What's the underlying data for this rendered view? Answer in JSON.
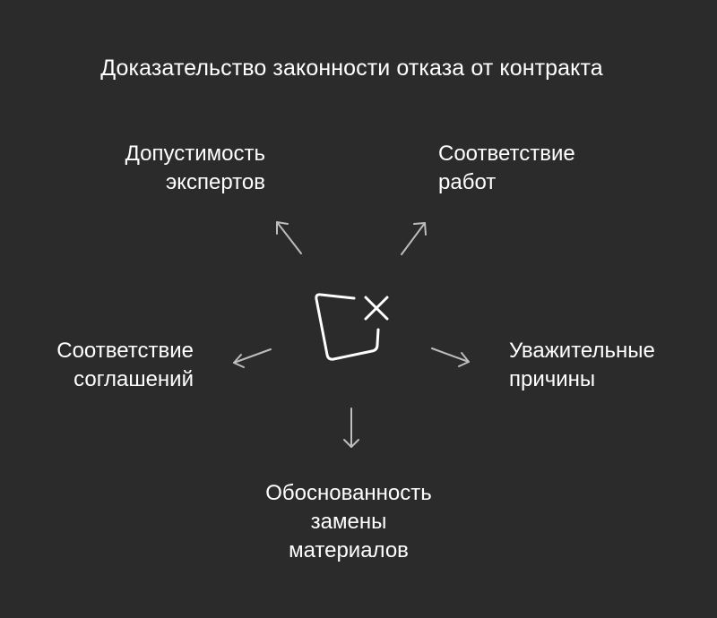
{
  "title": "Доказательство законности отказа от контракта",
  "colors": {
    "background": "#2b2b2b",
    "text": "#ffffff",
    "arrow": "#bdbdbd"
  },
  "center_icon": "cancel-box-icon",
  "nodes": {
    "experts": [
      "Допустимость",
      "экспертов"
    ],
    "works": [
      "Соответствие",
      "работ"
    ],
    "agreements": [
      "Соответствие",
      "соглашений"
    ],
    "reasons": [
      "Уважительные",
      "причины"
    ],
    "materials": [
      "Обоснованность",
      "замены",
      "материалов"
    ]
  }
}
